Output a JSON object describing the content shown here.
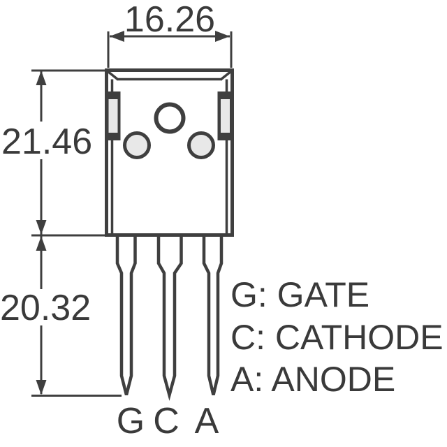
{
  "drawing": {
    "top_dimension": "16.26",
    "body_height_dimension": "21.46",
    "lead_length_dimension": "20.32",
    "pin_labels": {
      "gate": "G",
      "cathode": "C",
      "anode": "A"
    },
    "legend": {
      "gate": "G: GATE",
      "cathode": "C: CATHODE",
      "anode": "A: ANODE"
    },
    "colors": {
      "line": "#3f3f3f",
      "pad_fill": "#e8e8e8",
      "background": "#ffffff"
    }
  }
}
